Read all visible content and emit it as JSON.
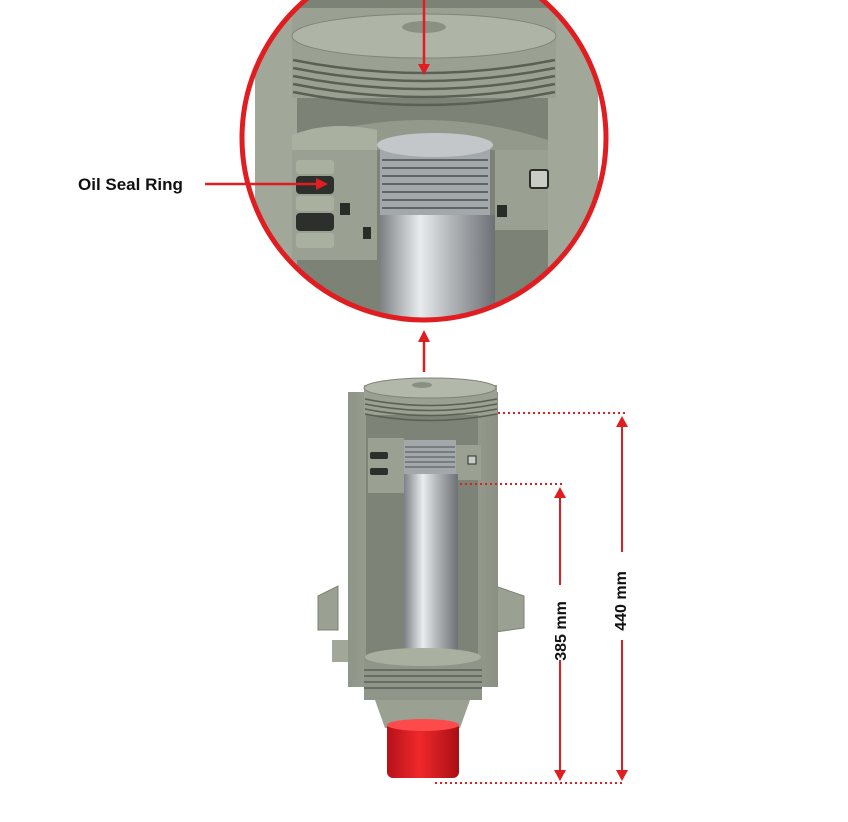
{
  "labels": {
    "oil_seal_ring": "Oil Seal Ring",
    "dim_inner": "385 mm",
    "dim_outer": "440 mm"
  },
  "colors": {
    "accent": "#e01e22",
    "body": "#a4aa9b",
    "body_dark": "#8c9284",
    "rod": "#b8bcbf",
    "piston_red": "#e0191d"
  }
}
